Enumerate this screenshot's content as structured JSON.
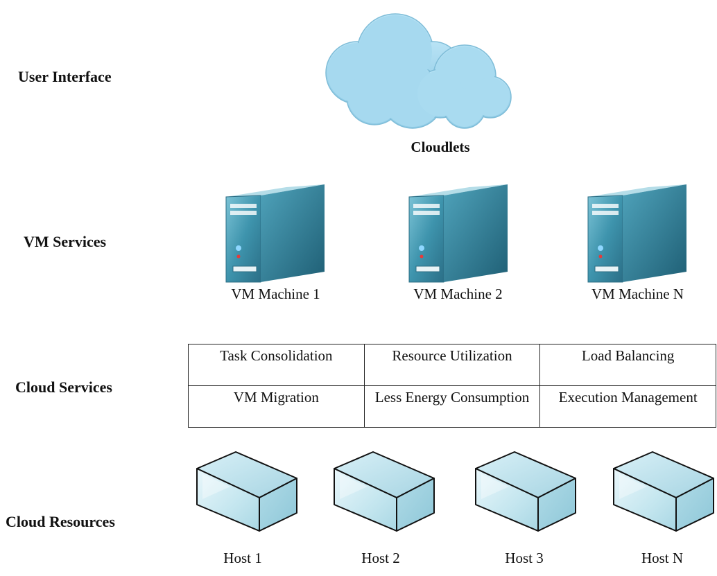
{
  "layers": {
    "user_interface": "User Interface",
    "vm_services": "VM Services",
    "cloud_services": "Cloud Services",
    "cloud_resources": "Cloud Resources"
  },
  "cloud": {
    "label": "Cloudlets",
    "icon": "cloud-icon"
  },
  "vm_machines": [
    {
      "label": "VM Machine 1",
      "icon": "server-icon"
    },
    {
      "label": "VM Machine 2",
      "icon": "server-icon"
    },
    {
      "label": "VM Machine N",
      "icon": "server-icon"
    }
  ],
  "services_table": {
    "rows": [
      [
        "Task Consolidation",
        "Resource Utilization",
        "Load Balancing"
      ],
      [
        "VM Migration",
        "Less Energy Consumption",
        "Execution Management"
      ]
    ]
  },
  "hosts": [
    {
      "label": "Host 1",
      "icon": "host-box-icon"
    },
    {
      "label": "Host 2",
      "icon": "host-box-icon"
    },
    {
      "label": "Host 3",
      "icon": "host-box-icon"
    },
    {
      "label": "Host N",
      "icon": "host-box-icon"
    }
  ],
  "colors": {
    "cloud": "#a8d8ee",
    "server_front": "#3b8fa8",
    "server_side": "#2a6f86",
    "host_box": "#bfe2ec"
  }
}
